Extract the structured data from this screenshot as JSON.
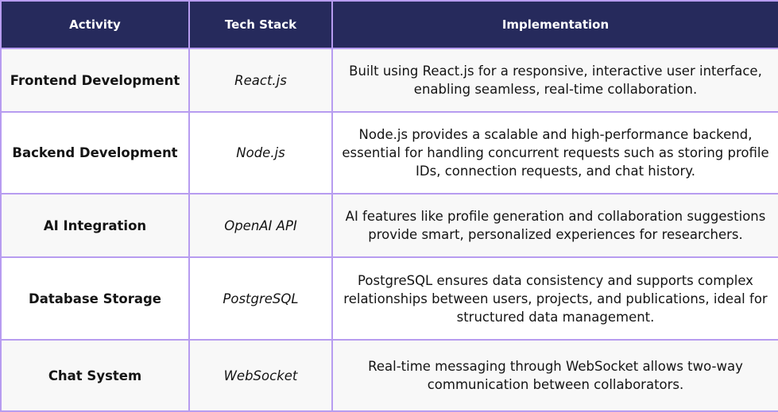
{
  "table": {
    "headers": [
      "Activity",
      "Tech Stack",
      "Implementation"
    ],
    "rows": [
      {
        "activity": "Frontend Development",
        "tech": "React.js",
        "implementation": "Built using React.js for a responsive, interactive user interface, enabling seamless, real-time collaboration."
      },
      {
        "activity": "Backend Development",
        "tech": "Node.js",
        "implementation": "Node.js provides a scalable and high-performance backend, essential for handling concurrent requests such as storing profile IDs, connection requests, and chat history."
      },
      {
        "activity": "AI Integration",
        "tech": "OpenAI API",
        "implementation": "AI features like profile generation and collaboration suggestions provide smart, personalized experiences for researchers."
      },
      {
        "activity": "Database Storage",
        "tech": "PostgreSQL",
        "implementation": "PostgreSQL ensures data consistency and supports complex relationships between users, projects, and publications, ideal for structured data management."
      },
      {
        "activity": "Chat System",
        "tech": "WebSocket",
        "implementation": "Real-time messaging through WebSocket allows two-way communication between collaborators."
      }
    ]
  },
  "colors": {
    "header_bg": "#262a5c",
    "border": "#b79cf0",
    "row_alt": "#f8f8f8"
  }
}
